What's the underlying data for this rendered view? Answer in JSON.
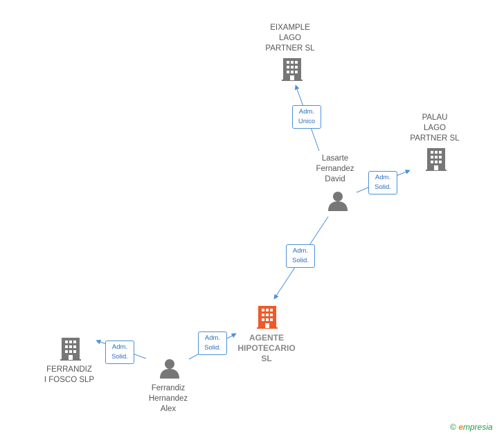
{
  "nodes": {
    "eixample": {
      "label": "EIXAMPLE\nLAGO\nPARTNER  SL",
      "icon": "building-icon"
    },
    "palau": {
      "label": "PALAU\nLAGO\nPARTNER  SL",
      "icon": "building-icon"
    },
    "lasarte": {
      "label": "Lasarte\nFernandez\nDavid",
      "icon": "person-icon"
    },
    "agente": {
      "label": "AGENTE\nHIPOTECARIO\nSL",
      "icon": "building-icon"
    },
    "ferrandiz_fosco": {
      "label": "FERRANDIZ\nI FOSCO SLP",
      "icon": "building-icon"
    },
    "ferrandiz_alex": {
      "label": "Ferrandiz\nHernandez\nAlex",
      "icon": "person-icon"
    }
  },
  "relations": [
    {
      "line1": "Adm.",
      "line2": "Unico"
    },
    {
      "line1": "Adm.",
      "line2": "Solid."
    },
    {
      "line1": "Adm.",
      "line2": "Solid."
    },
    {
      "line1": "Adm.",
      "line2": "Solid."
    },
    {
      "line1": "Adm.",
      "line2": "Solid."
    }
  ],
  "colors": {
    "company": "#777777",
    "main_company": "#f05a28",
    "person": "#777777",
    "edge": "#4a90d9"
  },
  "watermark": {
    "symbol": "©",
    "brand_first": "e",
    "brand_rest": "mpresia"
  }
}
